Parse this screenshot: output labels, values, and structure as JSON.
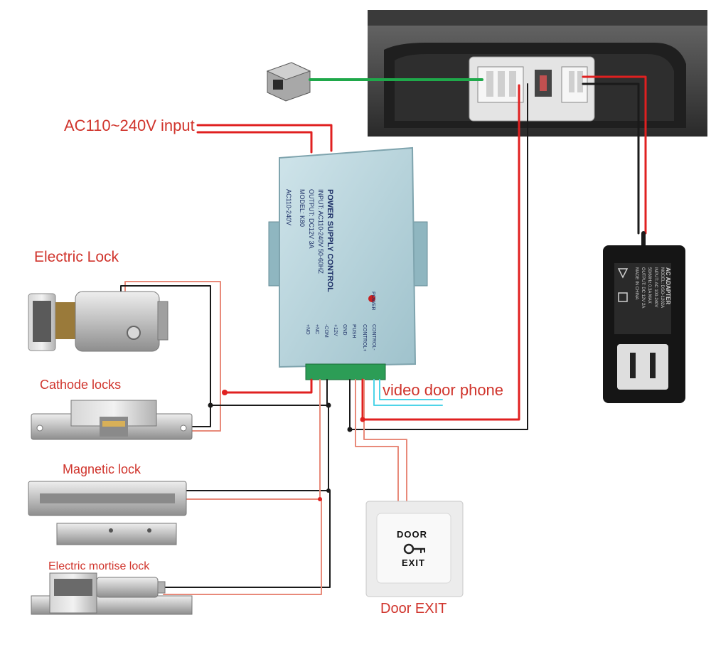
{
  "labels": {
    "ac_input": "AC110~240V input",
    "electric_lock": "Electric Lock",
    "cathode_locks": "Cathode locks",
    "magnetic_lock": "Magnetic lock",
    "mortise_lock": "Electric mortise lock",
    "video_door_phone": "video door phone",
    "door_exit": "Door EXIT"
  },
  "power_supply": {
    "title": "POWER SUPPLY CONTROL",
    "input": "INPUT: AC110-240V 50-60HZ",
    "output": "OUTPUT: DC12V 3A",
    "model": "MODEL: K80",
    "ac_mark": "AC110-240V",
    "power_led": "POWER",
    "terminals": [
      "+NO",
      "+NC",
      "-COM",
      "+12V",
      "GND",
      "PUSH",
      "CONTROL+",
      "CONTROL-"
    ]
  },
  "exit_button": {
    "top": "DOOR",
    "bottom": "EXIT"
  },
  "adapter": {
    "title": "AC ADAPTER",
    "lines": [
      "MODEL: DSO-1202A",
      "INPUT: AC 100-240V",
      "50/60Hz 0.3A MAX",
      "OUTPUT: DC 12V 2A",
      "MADE IN CHINA"
    ]
  },
  "colors": {
    "wire_red": "#e02020",
    "wire_black": "#1a1a1a",
    "wire_green": "#1fa84a",
    "wire_cyan": "#4fd4e8",
    "label_red": "#d0342c",
    "psu_body": "#b8d6de",
    "adapter_body": "#151515"
  }
}
